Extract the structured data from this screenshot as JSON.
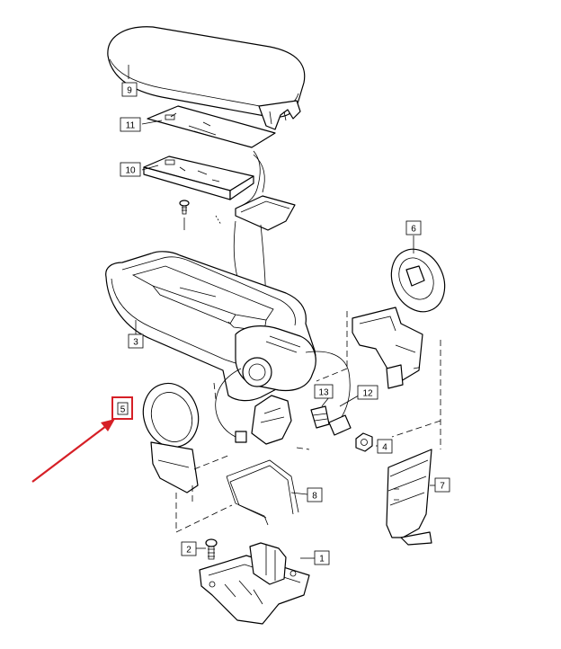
{
  "diagram": {
    "callouts": [
      {
        "id": "c9",
        "label": "9"
      },
      {
        "id": "c11",
        "label": "11"
      },
      {
        "id": "c10",
        "label": "10"
      },
      {
        "id": "c6",
        "label": "6"
      },
      {
        "id": "c3",
        "label": "3"
      },
      {
        "id": "c5",
        "label": "5",
        "highlighted": true
      },
      {
        "id": "c13",
        "label": "13"
      },
      {
        "id": "c12",
        "label": "12"
      },
      {
        "id": "c4",
        "label": "4"
      },
      {
        "id": "c7",
        "label": "7"
      },
      {
        "id": "c8",
        "label": "8"
      },
      {
        "id": "c2",
        "label": "2"
      },
      {
        "id": "c1",
        "label": "1"
      }
    ],
    "highlight_color": "#d61f26",
    "arrow_color": "#d61f26"
  }
}
